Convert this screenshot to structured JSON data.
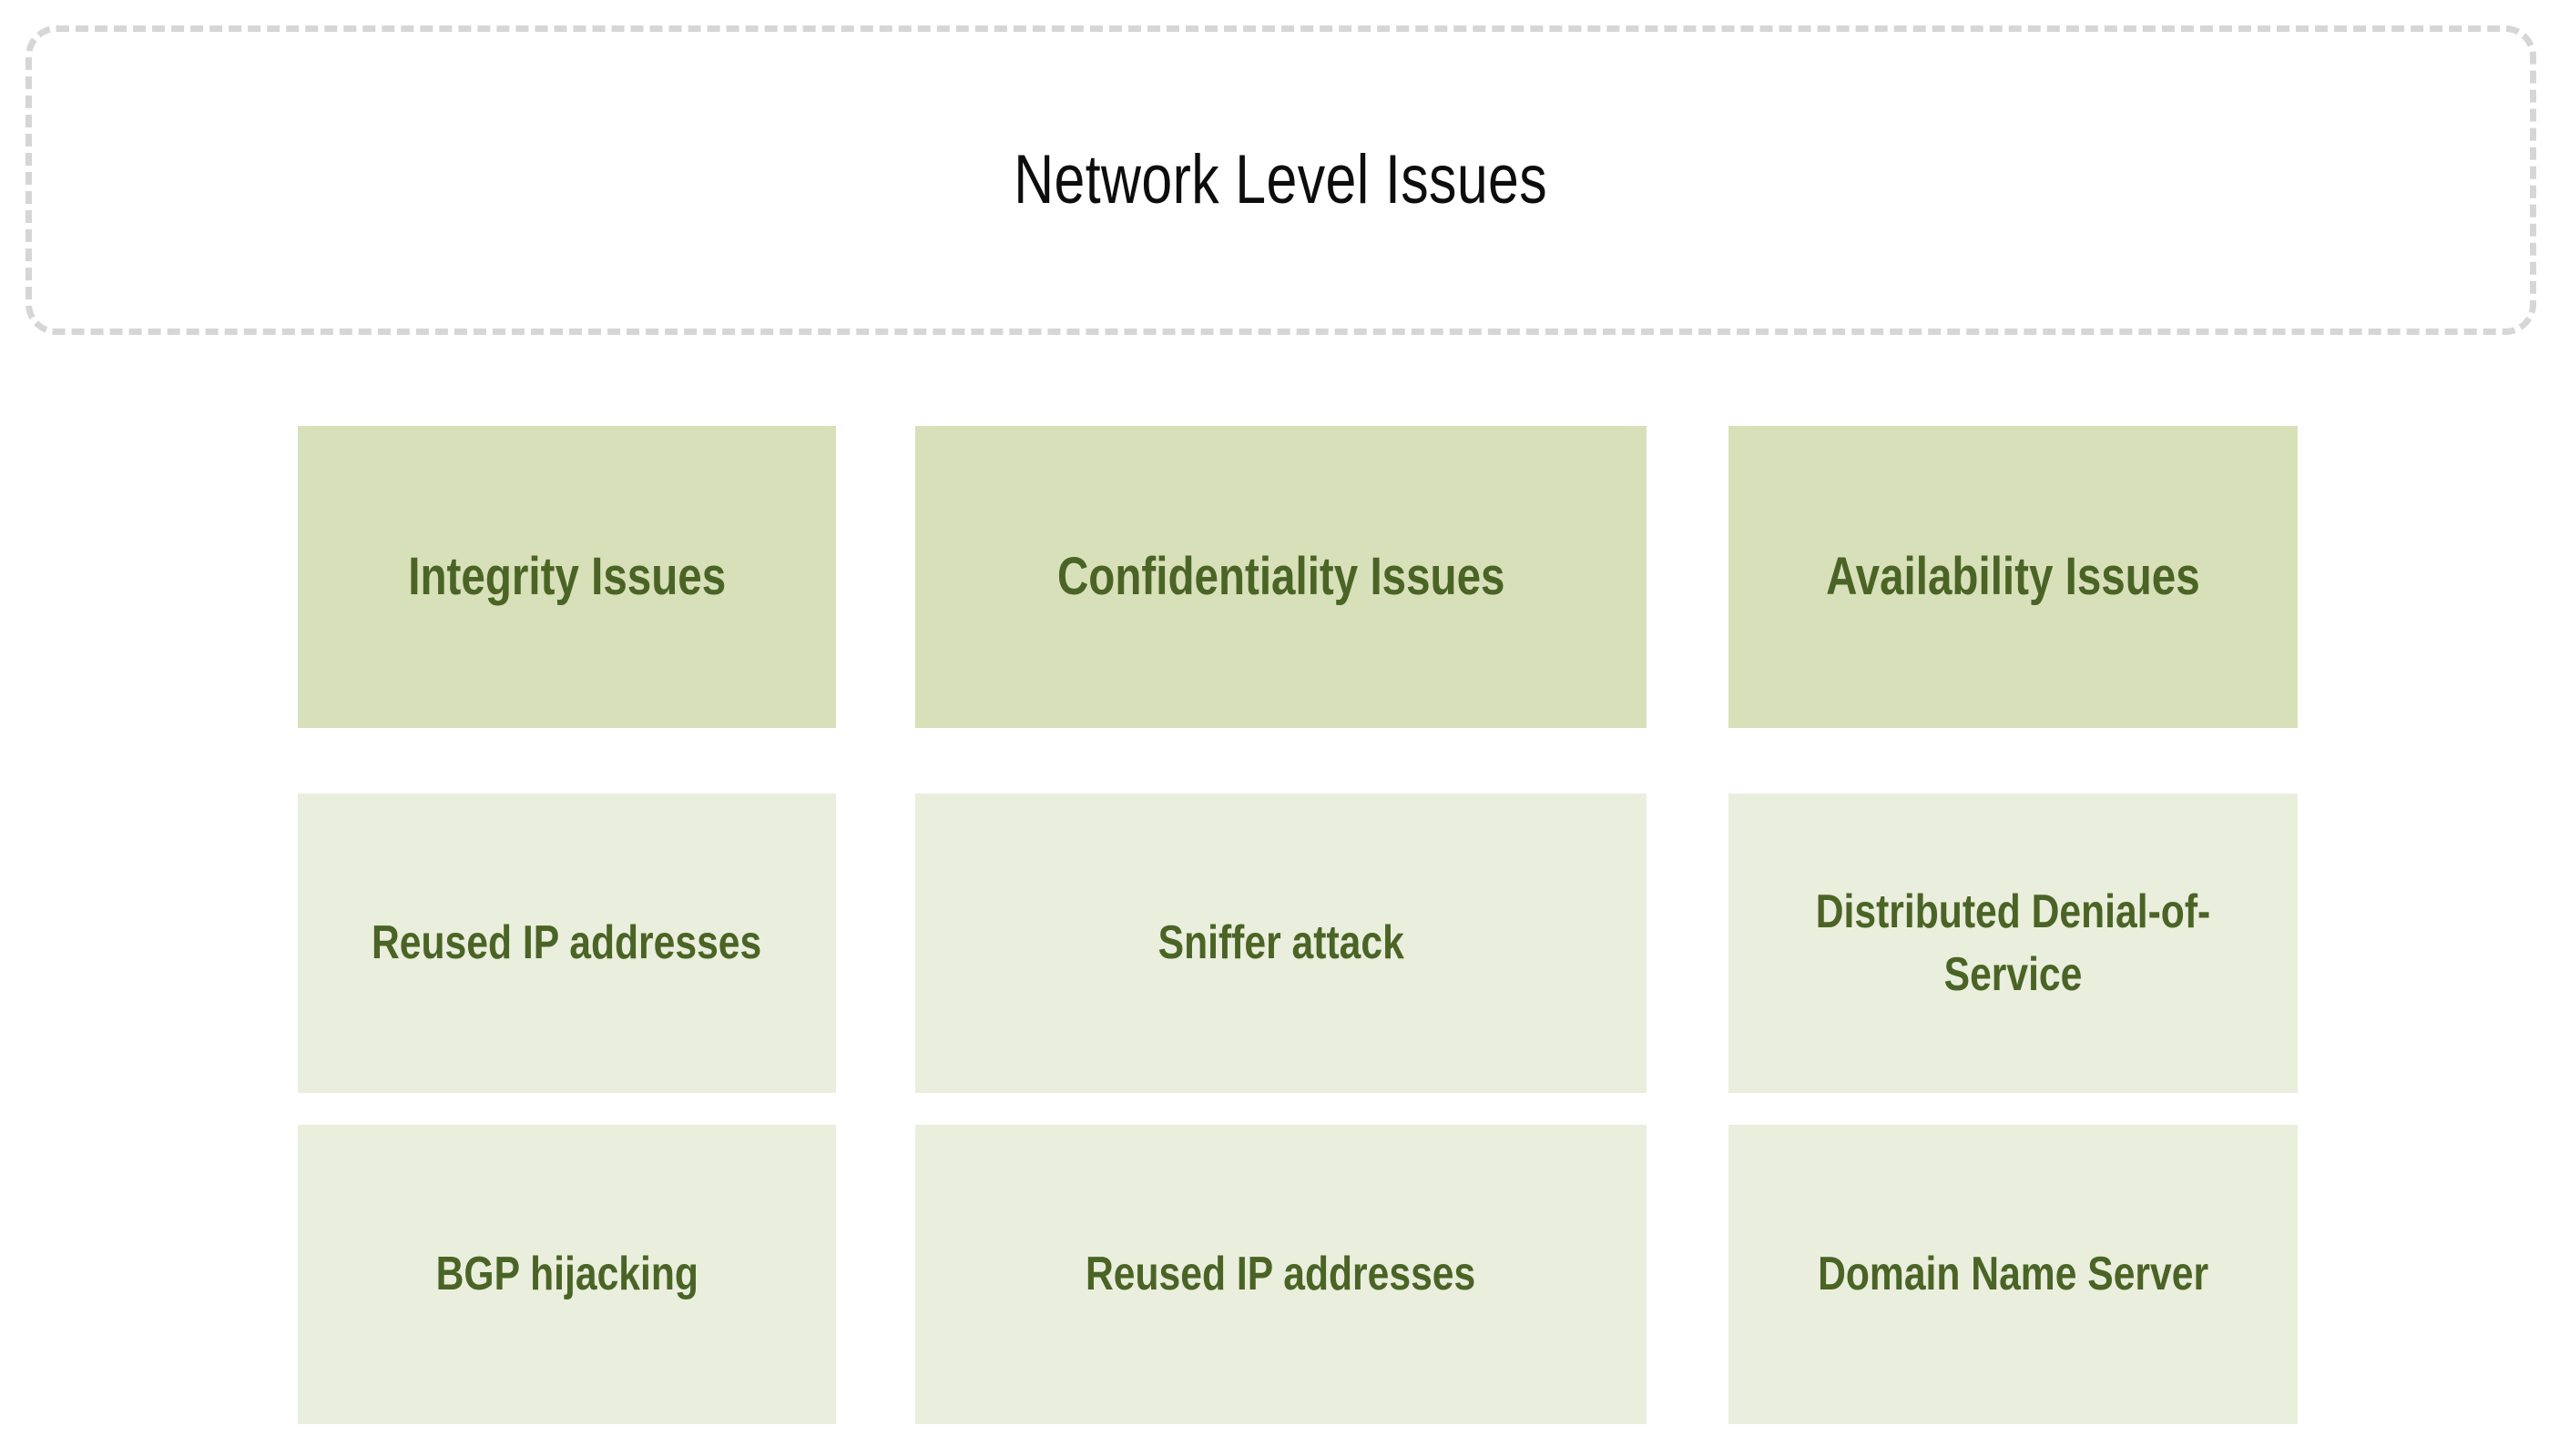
{
  "header": {
    "title": "Network Level Issues",
    "border_style": "dashed",
    "border_color": "#d6d6d6"
  },
  "theme": {
    "header_cell_bg": "#d8e0b9",
    "item_cell_bg": "#eaeedd",
    "text_color": "#4a6425",
    "title_color": "#0d0d0d",
    "page_bg": "#ffffff"
  },
  "columns": [
    {
      "heading": "Integrity Issues",
      "items": [
        "Reused IP addresses",
        "BGP hijacking"
      ]
    },
    {
      "heading": "Confidentiality Issues",
      "items": [
        "Sniffer attack",
        "Reused IP addresses"
      ]
    },
    {
      "heading": "Availability Issues",
      "items": [
        "Distributed Denial-of-Service",
        "Domain Name Server"
      ]
    }
  ]
}
